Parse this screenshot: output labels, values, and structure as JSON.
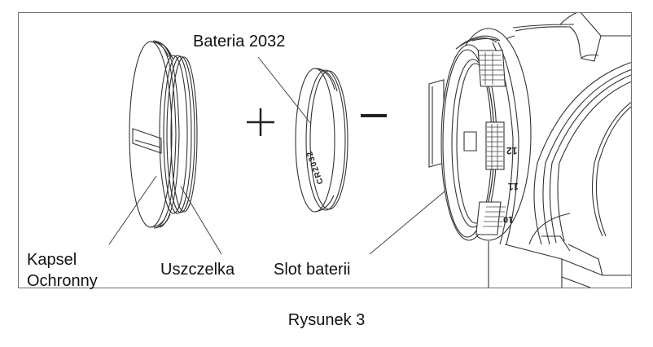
{
  "figure": {
    "caption": "Rysunek 3",
    "labels": {
      "battery": "Bateria 2032",
      "cap_line1": "Kapsel",
      "cap_line2": "Ochronny",
      "seal": "Uszczelka",
      "slot": "Slot baterii"
    },
    "battery_engraving": "CR2032",
    "dial_numbers": [
      "12",
      "11",
      "10"
    ],
    "polarity": {
      "positive": "+",
      "negative": "−"
    },
    "colors": {
      "line": "#333333",
      "border": "#6e6e6e",
      "text": "#111111"
    }
  }
}
